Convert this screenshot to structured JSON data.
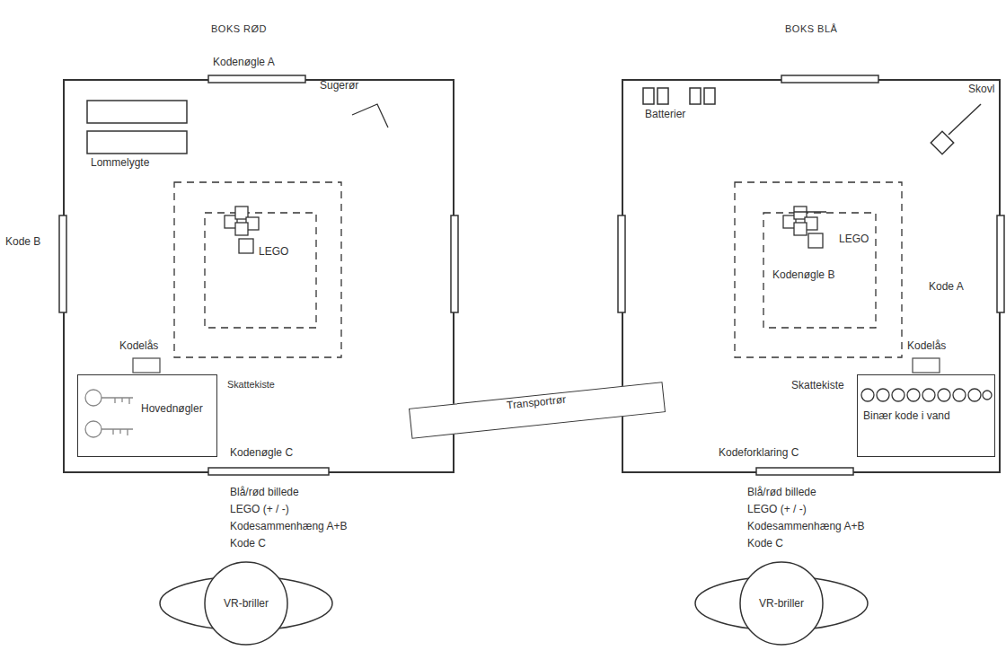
{
  "diagram": {
    "nodes": [
      {
        "text": [
          "BOKS RØD"
        ]
      },
      {
        "text": [
          "LEGO"
        ],
        "in": 0
      },
      {
        "text": [
          "Skattekiste",
          "Hovednøgler"
        ],
        "in": 0
      },
      {
        "text": [
          "BOKS BLÅ"
        ]
      },
      {
        "text": [
          "LEGO",
          "Kodenøgle B"
        ],
        "in": 3
      },
      {
        "text": [
          "Skattekiste",
          "Binær kode i vand"
        ],
        "in": 3
      },
      {
        "text": [
          "Transportrør"
        ]
      },
      {
        "text": [
          "VR-briller"
        ]
      },
      {
        "text": [
          "VR-briller"
        ]
      }
    ],
    "labels": [
      "Kodenøgle A",
      "Sugerør",
      "Lommelygte",
      "Kode B",
      "Kodelås",
      "Kodenøgle C",
      "Blå/rød billede",
      "LEGO (+ / -)",
      "Kodesammenhæng A+B",
      "Kode C",
      "Batterier",
      "Skovl",
      "Kode A",
      "Kodelås",
      "Kodeforklaring C",
      "Blå/rød billede",
      "LEGO (+ / -)",
      "Kodesammenhæng A+B",
      "Kode C"
    ]
  }
}
